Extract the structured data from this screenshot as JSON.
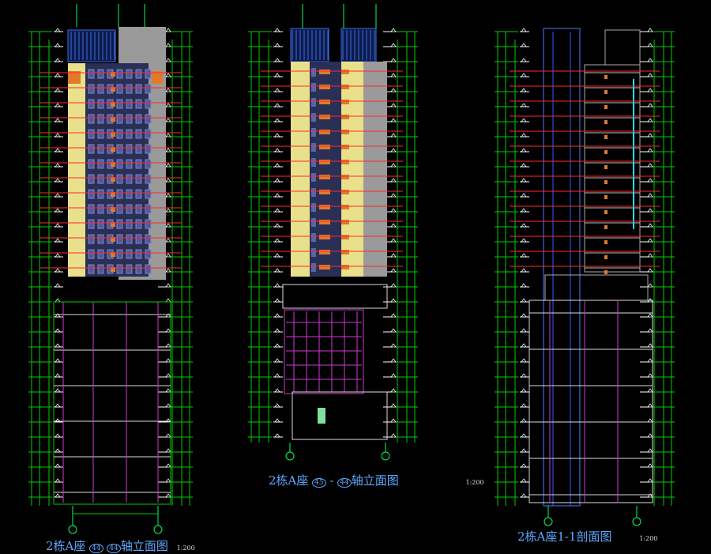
{
  "drawings": [
    {
      "title": "2栋A座",
      "axis_from": "44",
      "axis_to": "44",
      "title_suffix": "轴立面图",
      "scale": "1:200"
    },
    {
      "title": "2栋A座",
      "axis_from": "45",
      "axis_to": "44",
      "title_suffix": "轴立面图",
      "scale": "1:200"
    },
    {
      "title": "2栋A座1-1剖面图",
      "scale": "1:200"
    }
  ],
  "colors": {
    "background": "#000000",
    "dimension": "#00cc00",
    "axis": "#00ff66",
    "yellow_wall": "#e8e08a",
    "grey_wall": "#9a9a9a",
    "blue_glass": "#3c6ee0",
    "orange_balcony": "#e07a2a",
    "magenta": "#d13ad1",
    "cyan": "#20e0ff",
    "red_line": "#ff2a2a",
    "title": "#5fa8ff"
  }
}
